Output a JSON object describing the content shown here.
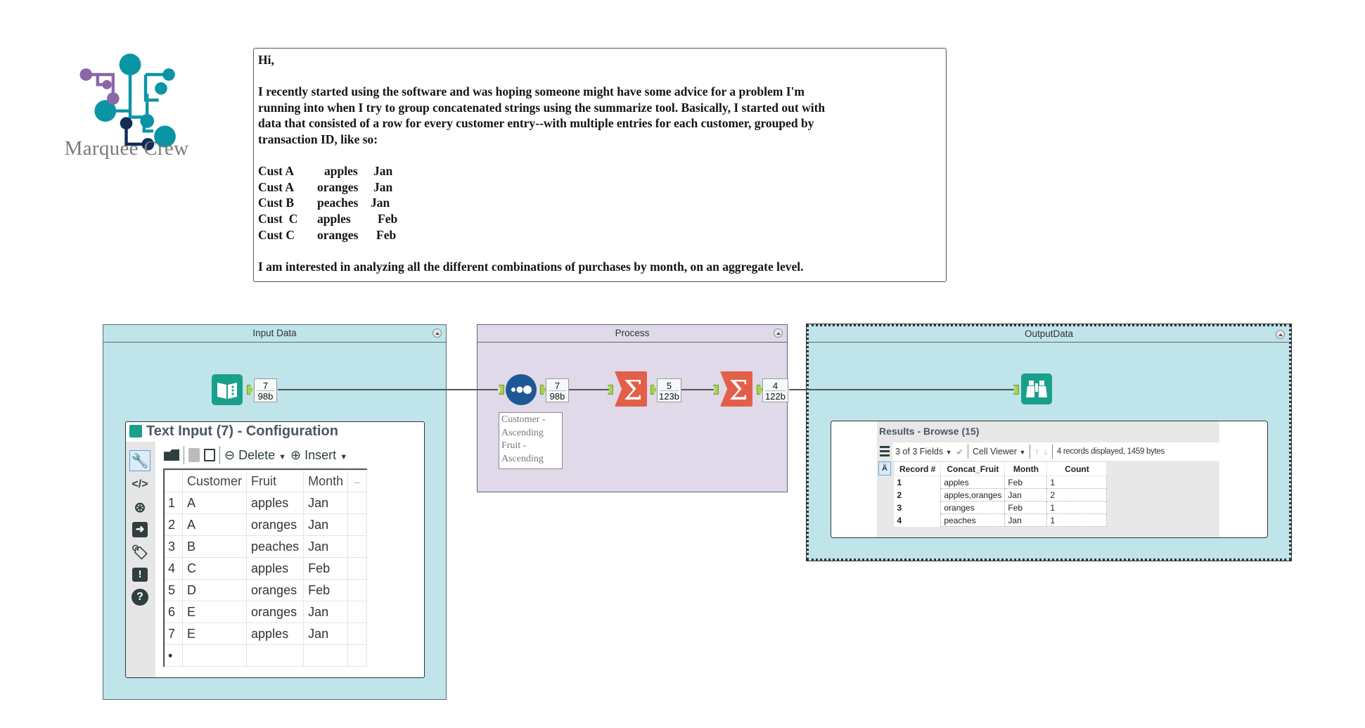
{
  "logo": {
    "text": "Marquee Crew",
    "colors": {
      "teal": "#0a95a5",
      "purple": "#8a68a8",
      "navy": "#0e2d57"
    }
  },
  "letter": {
    "greeting": "Hi,",
    "paragraph1_lines": [
      "I recently started using the software and was hoping someone might have some advice for a problem I'm",
      "running into when I try to group concatenated strings using the summarize tool. Basically, I started out with",
      "data that consisted of a row for every customer entry--with multiple entries for each customer, grouped by",
      "transaction ID, like so:"
    ],
    "sample_rows": [
      {
        "customer": "Cust A",
        "fruit": "apples",
        "month": "Jan"
      },
      {
        "customer": "Cust A",
        "fruit": "oranges",
        "month": "Jan"
      },
      {
        "customer": "Cust B",
        "fruit": "peaches",
        "month": "Jan"
      },
      {
        "customer": "Cust  C",
        "fruit": "apples",
        "month": "Feb"
      },
      {
        "customer": "Cust C",
        "fruit": "oranges",
        "month": "Feb"
      }
    ],
    "closing": "I am interested in analyzing all the different combinations of purchases by month, on an aggregate level."
  },
  "workflow": {
    "containers": {
      "input": {
        "title": "Input Data",
        "color": "#bfe4ea"
      },
      "process": {
        "title": "Process",
        "color": "#e0d9e9"
      },
      "output": {
        "title": "OutputData",
        "color": "#bfe4ea"
      }
    },
    "tools": {
      "text_input": {
        "icon": "book-icon",
        "records": "7",
        "bytes": "98b",
        "color": "#19a08b"
      },
      "sort": {
        "icon": "sort-dots-icon",
        "records": "7",
        "bytes": "98b",
        "color": "#1d5a93",
        "annotation": [
          "Customer -",
          "Ascending",
          "Fruit -",
          "Ascending"
        ]
      },
      "summarize1": {
        "icon": "sigma-icon",
        "records": "5",
        "bytes": "123b",
        "color": "#e2604a"
      },
      "summarize2": {
        "icon": "sigma-icon",
        "records": "4",
        "bytes": "122b",
        "color": "#e2604a"
      },
      "browse": {
        "icon": "binoculars-icon",
        "color": "#19a08b"
      }
    }
  },
  "config": {
    "title": "Text Input (7) - Configuration",
    "toolbar": {
      "delete_label": "Delete",
      "insert_label": "Insert"
    },
    "columns": [
      "Customer",
      "Fruit",
      "Month",
      "..."
    ],
    "rows": [
      {
        "n": "1",
        "customer": "A",
        "fruit": "apples",
        "month": "Jan"
      },
      {
        "n": "2",
        "customer": "A",
        "fruit": "oranges",
        "month": "Jan"
      },
      {
        "n": "3",
        "customer": "B",
        "fruit": "peaches",
        "month": "Jan"
      },
      {
        "n": "4",
        "customer": "C",
        "fruit": "apples",
        "month": "Feb"
      },
      {
        "n": "5",
        "customer": "D",
        "fruit": "oranges",
        "month": "Feb"
      },
      {
        "n": "6",
        "customer": "E",
        "fruit": "oranges",
        "month": "Jan"
      },
      {
        "n": "7",
        "customer": "E",
        "fruit": "apples",
        "month": "Jan"
      }
    ],
    "new_row_marker": "•"
  },
  "results": {
    "title": "Results - Browse (15)",
    "fields_selector": "3 of 3 Fields",
    "viewer_selector": "Cell Viewer",
    "status": "4 records displayed, 1459 bytes",
    "columns": [
      "Record #",
      "Concat_Fruit",
      "Month",
      "Count"
    ],
    "rows": [
      {
        "rec": "1",
        "fruit": "apples",
        "month": "Feb",
        "count": "1"
      },
      {
        "rec": "2",
        "fruit": "apples,oranges",
        "month": "Jan",
        "count": "2"
      },
      {
        "rec": "3",
        "fruit": "oranges",
        "month": "Feb",
        "count": "1"
      },
      {
        "rec": "4",
        "fruit": "peaches",
        "month": "Jan",
        "count": "1"
      }
    ]
  }
}
